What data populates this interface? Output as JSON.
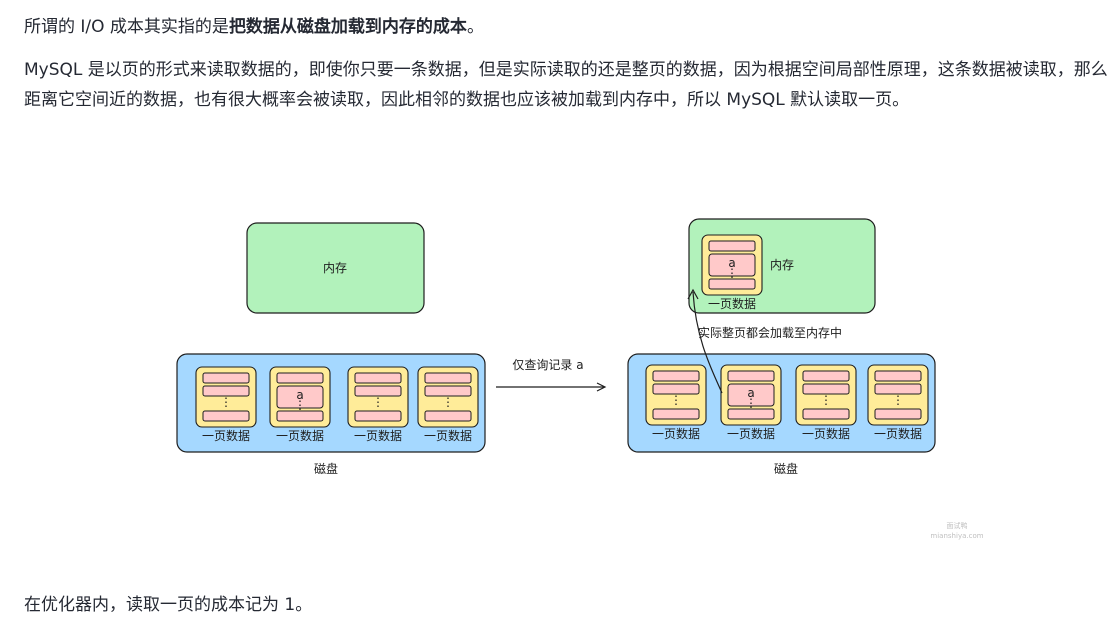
{
  "paragraphs": {
    "p1_prefix": "所谓的 I/O 成本其实指的是",
    "p1_bold": "把数据从磁盘加载到内存的成本",
    "p1_suffix": "。",
    "p2": "MySQL 是以页的形式来读取数据的，即使你只要一条数据，但是实际读取的还是整页的数据，因为根据空间局部性原理，这条数据被读取，那么距离它空间近的数据，也有很大概率会被读取，因此相邻的数据也应该被加载到内存中，所以 MySQL 默认读取一页。",
    "p3": "在优化器内，读取一页的成本记为 1。"
  },
  "diagram": {
    "memory_label": "内存",
    "disk_label": "磁盘",
    "page_label": "一页数据",
    "record_label": "a",
    "ellipsis": "⋮",
    "query_label": "仅查询记录 a",
    "load_label": "实际整页都会加载至内存中",
    "colors": {
      "memory": "#b2f2bb",
      "disk": "#a5d8ff",
      "page": "#ffec99",
      "record": "#ffc9c9"
    }
  },
  "watermark": {
    "line1": "面试鸭",
    "line2": "mianshiya.com"
  }
}
